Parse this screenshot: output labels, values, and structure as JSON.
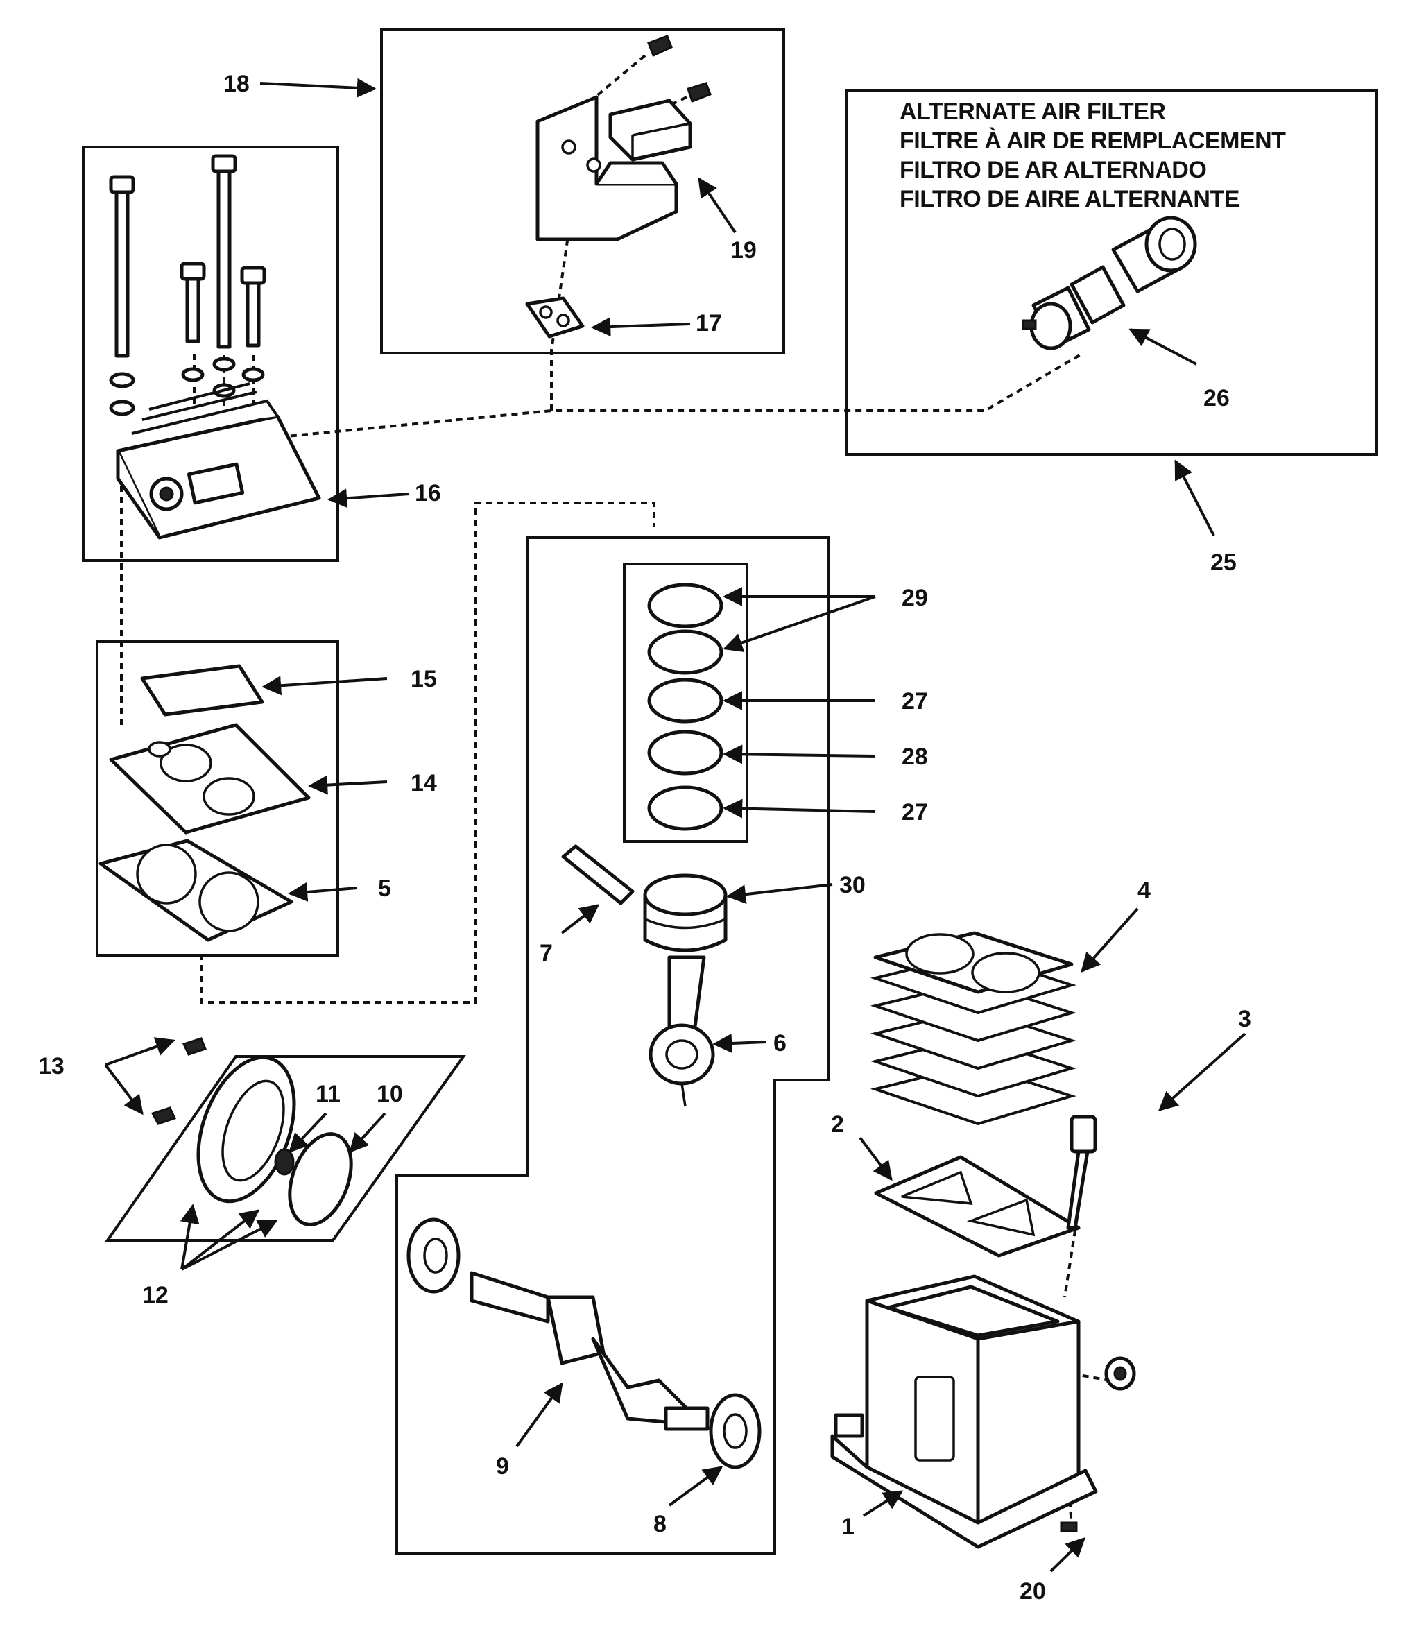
{
  "note": {
    "lines": [
      "ALTERNATE AIR FILTER",
      "FILTRE À AIR DE REMPLACEMENT",
      "FILTRO DE AR ALTERNADO",
      "FILTRO DE AIRE ALTERNANTE"
    ]
  },
  "callouts": [
    {
      "id": "c18",
      "label": "18"
    },
    {
      "id": "c19",
      "label": "19"
    },
    {
      "id": "c17",
      "label": "17"
    },
    {
      "id": "c16",
      "label": "16"
    },
    {
      "id": "c26",
      "label": "26"
    },
    {
      "id": "c25",
      "label": "25"
    },
    {
      "id": "c15",
      "label": "15"
    },
    {
      "id": "c14",
      "label": "14"
    },
    {
      "id": "c5",
      "label": "5"
    },
    {
      "id": "c29",
      "label": "29"
    },
    {
      "id": "c27a",
      "label": "27"
    },
    {
      "id": "c28",
      "label": "28"
    },
    {
      "id": "c27b",
      "label": "27"
    },
    {
      "id": "c30",
      "label": "30"
    },
    {
      "id": "c7",
      "label": "7"
    },
    {
      "id": "c6",
      "label": "6"
    },
    {
      "id": "c4",
      "label": "4"
    },
    {
      "id": "c3",
      "label": "3"
    },
    {
      "id": "c2",
      "label": "2"
    },
    {
      "id": "c13",
      "label": "13"
    },
    {
      "id": "c11",
      "label": "11"
    },
    {
      "id": "c10",
      "label": "10"
    },
    {
      "id": "c12",
      "label": "12"
    },
    {
      "id": "c9",
      "label": "9"
    },
    {
      "id": "c8",
      "label": "8"
    },
    {
      "id": "c1",
      "label": "1"
    },
    {
      "id": "c20",
      "label": "20"
    }
  ]
}
